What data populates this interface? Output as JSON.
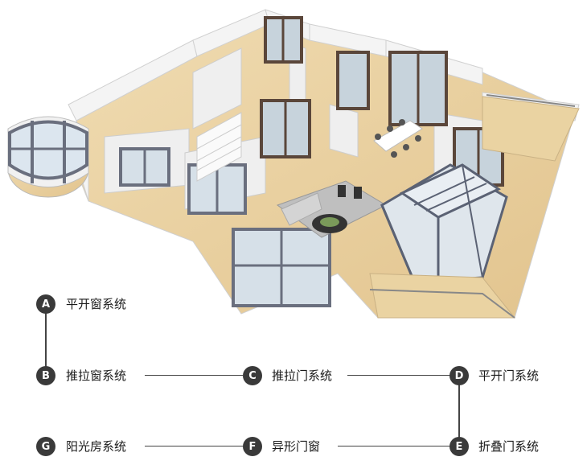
{
  "systems": [
    {
      "letter": "A",
      "label": "平开窗系统"
    },
    {
      "letter": "B",
      "label": "推拉窗系统"
    },
    {
      "letter": "C",
      "label": "推拉门系统"
    },
    {
      "letter": "D",
      "label": "平开门系统"
    },
    {
      "letter": "E",
      "label": "折叠门系统"
    },
    {
      "letter": "F",
      "label": "异形门窗"
    },
    {
      "letter": "G",
      "label": "阳光房系统"
    }
  ],
  "colors": {
    "floor": "#e8cf9f",
    "wall": "#f3f3f3",
    "wall_shade": "#d9d9d9",
    "frame_dark": "#5a463a",
    "frame_grey": "#6a6f7e",
    "node": "#3a3a3a"
  }
}
